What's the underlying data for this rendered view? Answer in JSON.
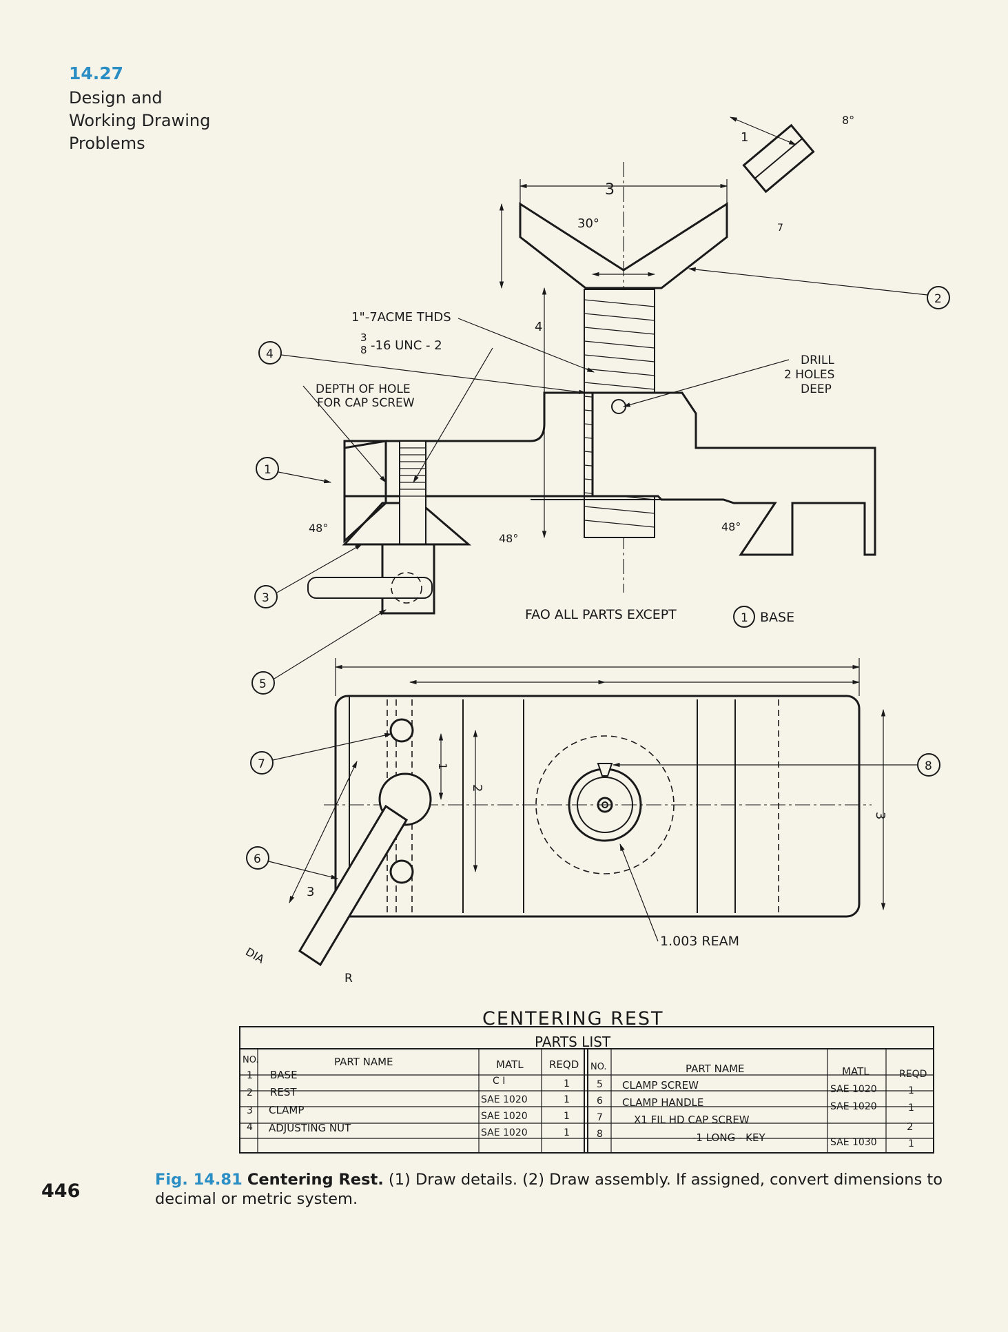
{
  "section": {
    "number": "14.27",
    "title_lines": [
      "Design and",
      "Working Drawing",
      "Problems"
    ]
  },
  "page_number": "446",
  "drawing": {
    "title": "CENTERING REST",
    "balloons": [
      "1",
      "2",
      "3",
      "4",
      "5",
      "6",
      "7",
      "8"
    ],
    "labels": {
      "acme": "1\"-7ACME THDS",
      "unc": "-16 UNC - 2",
      "unc_frac": [
        "3",
        "8"
      ],
      "depth_1": "DEPTH OF HOLE",
      "depth_2": "FOR CAP SCREW",
      "drill_1": "DRILL",
      "drill_2": "2 HOLES",
      "drill_3": "DEEP",
      "fao_1": "FAO  ALL  PARTS  EXCEPT",
      "fao_2": "BASE",
      "ream": "1.003 REAM",
      "dia": "DIA",
      "r": "R",
      "deg30": "30°",
      "deg48": "48°",
      "deg8": "8°",
      "three": "3",
      "one": "1",
      "two": "2",
      "seven": "7",
      "four": "4"
    }
  },
  "parts_list": {
    "title": "PARTS  LIST",
    "headers": {
      "no": "NO.",
      "name": "PART  NAME",
      "matl": "MATL",
      "reqd": "REQD"
    },
    "left": [
      {
        "no": "1",
        "name": "BASE",
        "matl": "C I",
        "reqd": "1"
      },
      {
        "no": "2",
        "name": "REST",
        "matl": "SAE 1020",
        "reqd": "1"
      },
      {
        "no": "3",
        "name": "CLAMP",
        "matl": "SAE 1020",
        "reqd": "1"
      },
      {
        "no": "4",
        "name": "ADJUSTING NUT",
        "matl": "SAE 1020",
        "reqd": "1"
      }
    ],
    "right": [
      {
        "no": "5",
        "name": "CLAMP  SCREW",
        "matl": "SAE 1020",
        "reqd": "1"
      },
      {
        "no": "6",
        "name": "CLAMP  HANDLE",
        "matl": "SAE 1020",
        "reqd": "1"
      },
      {
        "no": "7",
        "name": "X1 FIL   HD  CAP  SCREW",
        "matl": "",
        "reqd": "2"
      },
      {
        "no": "8",
        "name": "-1  LONG - KEY",
        "matl": "SAE 1030",
        "reqd": "1"
      }
    ]
  },
  "caption": {
    "fig": "Fig. 14.81",
    "title": "Centering Rest.",
    "text": "(1) Draw details. (2) Draw assembly. If assigned, convert dimensions to decimal or metric system."
  }
}
